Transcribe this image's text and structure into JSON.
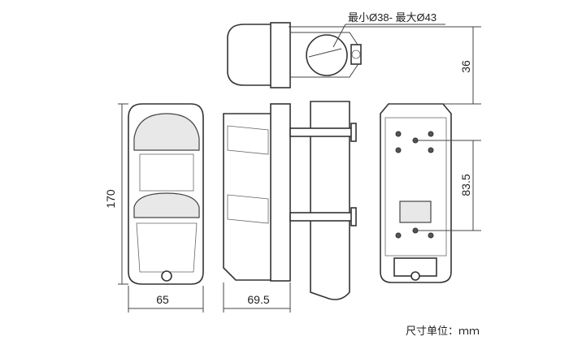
{
  "dimensions": {
    "diameter_range": "最小Ø38- 最大Ø43",
    "top_offset": "36",
    "height": "170",
    "mount_spacing": "83.5",
    "width": "65",
    "depth": "69.5"
  },
  "unit_note": "尺寸单位：ｍｍ"
}
